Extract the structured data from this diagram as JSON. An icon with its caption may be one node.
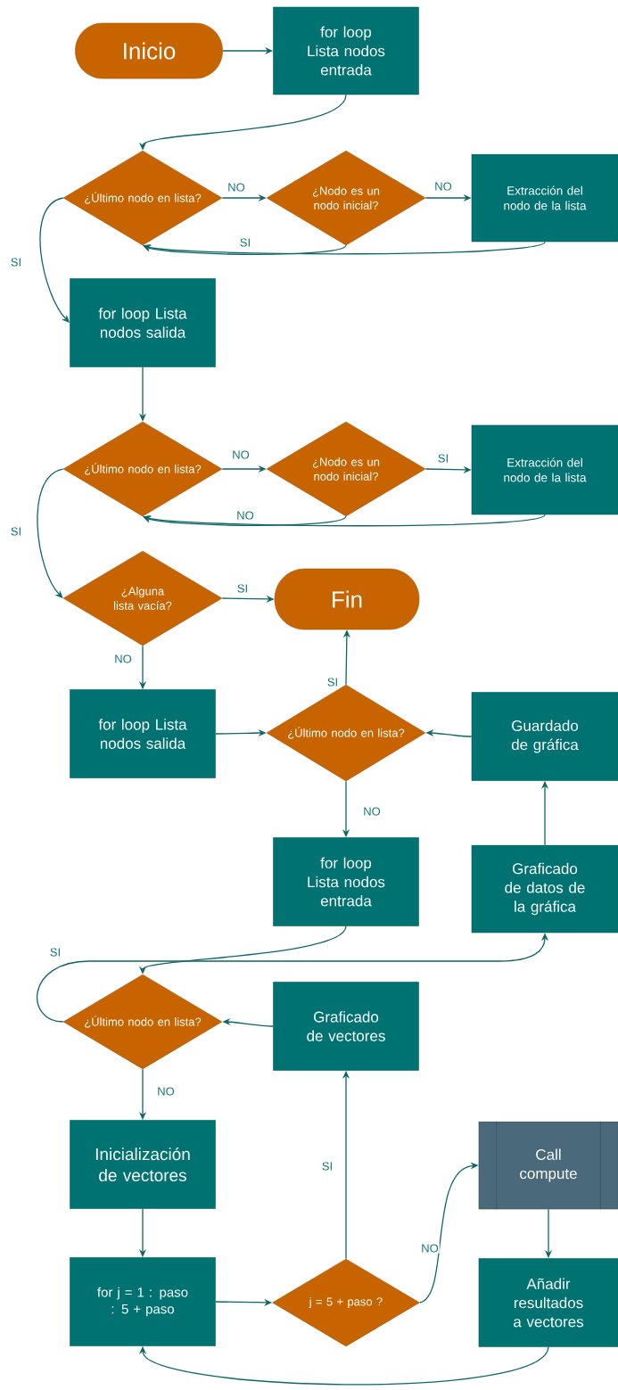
{
  "diagram": {
    "nodes": [
      {
        "text": [
          "Inicio"
        ]
      },
      {
        "text": [
          "for loop Lista nodos entrada"
        ]
      },
      {
        "text": [
          "¿Último nodo en lista?"
        ]
      },
      {
        "text": [
          "¿Nodo es un nodo inicial?"
        ]
      },
      {
        "text": [
          "Extracción del nodo de la lista"
        ]
      },
      {
        "text": [
          "for loop Lista nodos salida"
        ]
      },
      {
        "text": [
          "¿Último nodo en lista?"
        ]
      },
      {
        "text": [
          "¿Nodo es un nodo inicial?"
        ]
      },
      {
        "text": [
          "Extracción del nodo de la lista"
        ]
      },
      {
        "text": [
          "¿Alguna lista vacía?"
        ]
      },
      {
        "text": [
          "Fin"
        ]
      },
      {
        "text": [
          "for loop Lista nodos salida"
        ]
      },
      {
        "text": [
          "¿Último nodo en lista?"
        ]
      },
      {
        "text": [
          "Guardado de gráfica"
        ]
      },
      {
        "text": [
          "for loop Lista nodos entrada"
        ]
      },
      {
        "text": [
          "Graficado de datos de la gráfica"
        ]
      },
      {
        "text": [
          "¿Último nodo en lista?"
        ]
      },
      {
        "text": [
          "Graficado de vectores"
        ]
      },
      {
        "text": [
          "Inicialización de vectores"
        ]
      },
      {
        "text": [
          "Call compute"
        ]
      },
      {
        "text": [
          "for j = 1 : paso : 5 + paso"
        ]
      },
      {
        "text": [
          "j = 5 + paso ?"
        ]
      },
      {
        "text": [
          "Añadir resultados a vectores"
        ]
      }
    ],
    "edges": [
      {
        "from": 0,
        "to": 1,
        "arrow": "to"
      },
      {
        "from": 1,
        "to": 2,
        "arrow": "to"
      },
      {
        "from": 2,
        "to": 3,
        "arrow": "to",
        "label": "NO"
      },
      {
        "from": 3,
        "to": 4,
        "arrow": "to",
        "label": "NO"
      },
      {
        "from": 3,
        "to": 2,
        "arrow": "to",
        "label": "SI"
      },
      {
        "from": 4,
        "to": 2,
        "arrow": "to"
      },
      {
        "from": 2,
        "to": 5,
        "arrow": "to",
        "label": "SI"
      },
      {
        "from": 5,
        "to": 6,
        "arrow": "to"
      },
      {
        "from": 6,
        "to": 7,
        "arrow": "to",
        "label": "NO"
      },
      {
        "from": 7,
        "to": 8,
        "arrow": "to",
        "label": "SI"
      },
      {
        "from": 7,
        "to": 6,
        "arrow": "to",
        "label": "NO"
      },
      {
        "from": 8,
        "to": 6,
        "arrow": "to"
      },
      {
        "from": 6,
        "to": 9,
        "arrow": "to",
        "label": "SI"
      },
      {
        "from": 9,
        "to": 10,
        "arrow": "to",
        "label": "SI"
      },
      {
        "from": 9,
        "to": 11,
        "arrow": "to",
        "label": "NO"
      },
      {
        "from": 11,
        "to": 12,
        "arrow": "to"
      },
      {
        "from": 13,
        "to": 12,
        "arrow": "to"
      },
      {
        "from": 12,
        "to": 10,
        "arrow": "to",
        "label": "SI"
      },
      {
        "from": 12,
        "to": 14,
        "arrow": "to",
        "label": "NO"
      },
      {
        "from": 14,
        "to": 16,
        "arrow": "to"
      },
      {
        "from": 16,
        "to": 15,
        "arrow": "to",
        "label": "SI"
      },
      {
        "from": 15,
        "to": 13,
        "arrow": "to"
      },
      {
        "from": 17,
        "to": 16,
        "arrow": "to"
      },
      {
        "from": 16,
        "to": 18,
        "arrow": "to",
        "label": "NO"
      },
      {
        "from": 18,
        "to": 20,
        "arrow": "to"
      },
      {
        "from": 20,
        "to": 21,
        "arrow": "to"
      },
      {
        "from": 21,
        "to": 17,
        "arrow": "to",
        "label": "SI"
      },
      {
        "from": 21,
        "to": 19,
        "arrow": "to",
        "label": "NO"
      },
      {
        "from": 19,
        "to": 22,
        "arrow": "to"
      },
      {
        "from": 22,
        "to": 20,
        "arrow": "to"
      }
    ]
  }
}
